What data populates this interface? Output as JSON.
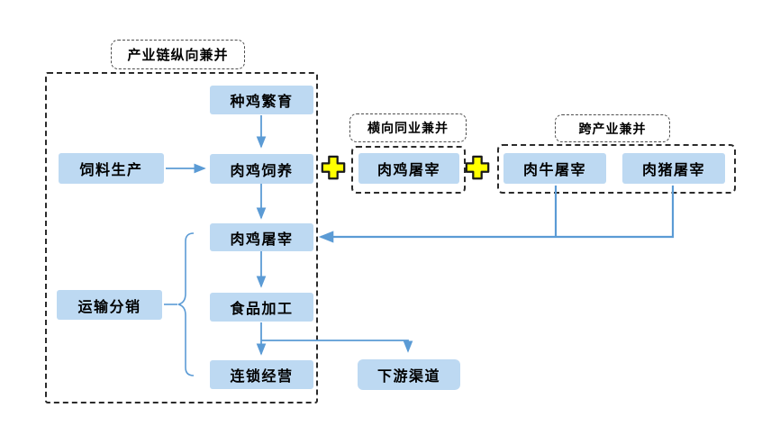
{
  "diagram": {
    "vertical_group": {
      "label": "产业链纵向兼并",
      "nodes": {
        "breeding": "种鸡繁育",
        "feed": "饲料生产",
        "raising": "肉鸡饲养",
        "slaughter": "肉鸡屠宰",
        "processing": "食品加工",
        "chain_ops": "连锁经营",
        "transport": "运输分销"
      }
    },
    "horizontal_group": {
      "label": "横向同业兼并",
      "nodes": {
        "chicken_slaughter": "肉鸡屠宰"
      }
    },
    "cross_group": {
      "label": "跨产业兼并",
      "nodes": {
        "cattle_slaughter": "肉牛屠宰",
        "pig_slaughter": "肉猪屠宰"
      }
    },
    "downstream": "下游渠道",
    "plus_icon": "+"
  },
  "colors": {
    "node_fill": "#bdd9f2",
    "connector_blue": "#5b9bd5",
    "plus_fill": "#ffff00",
    "plus_outline": "#1a1a1a",
    "dashed_border": "#2b2b2b",
    "text": "#000000",
    "background": "#ffffff"
  }
}
